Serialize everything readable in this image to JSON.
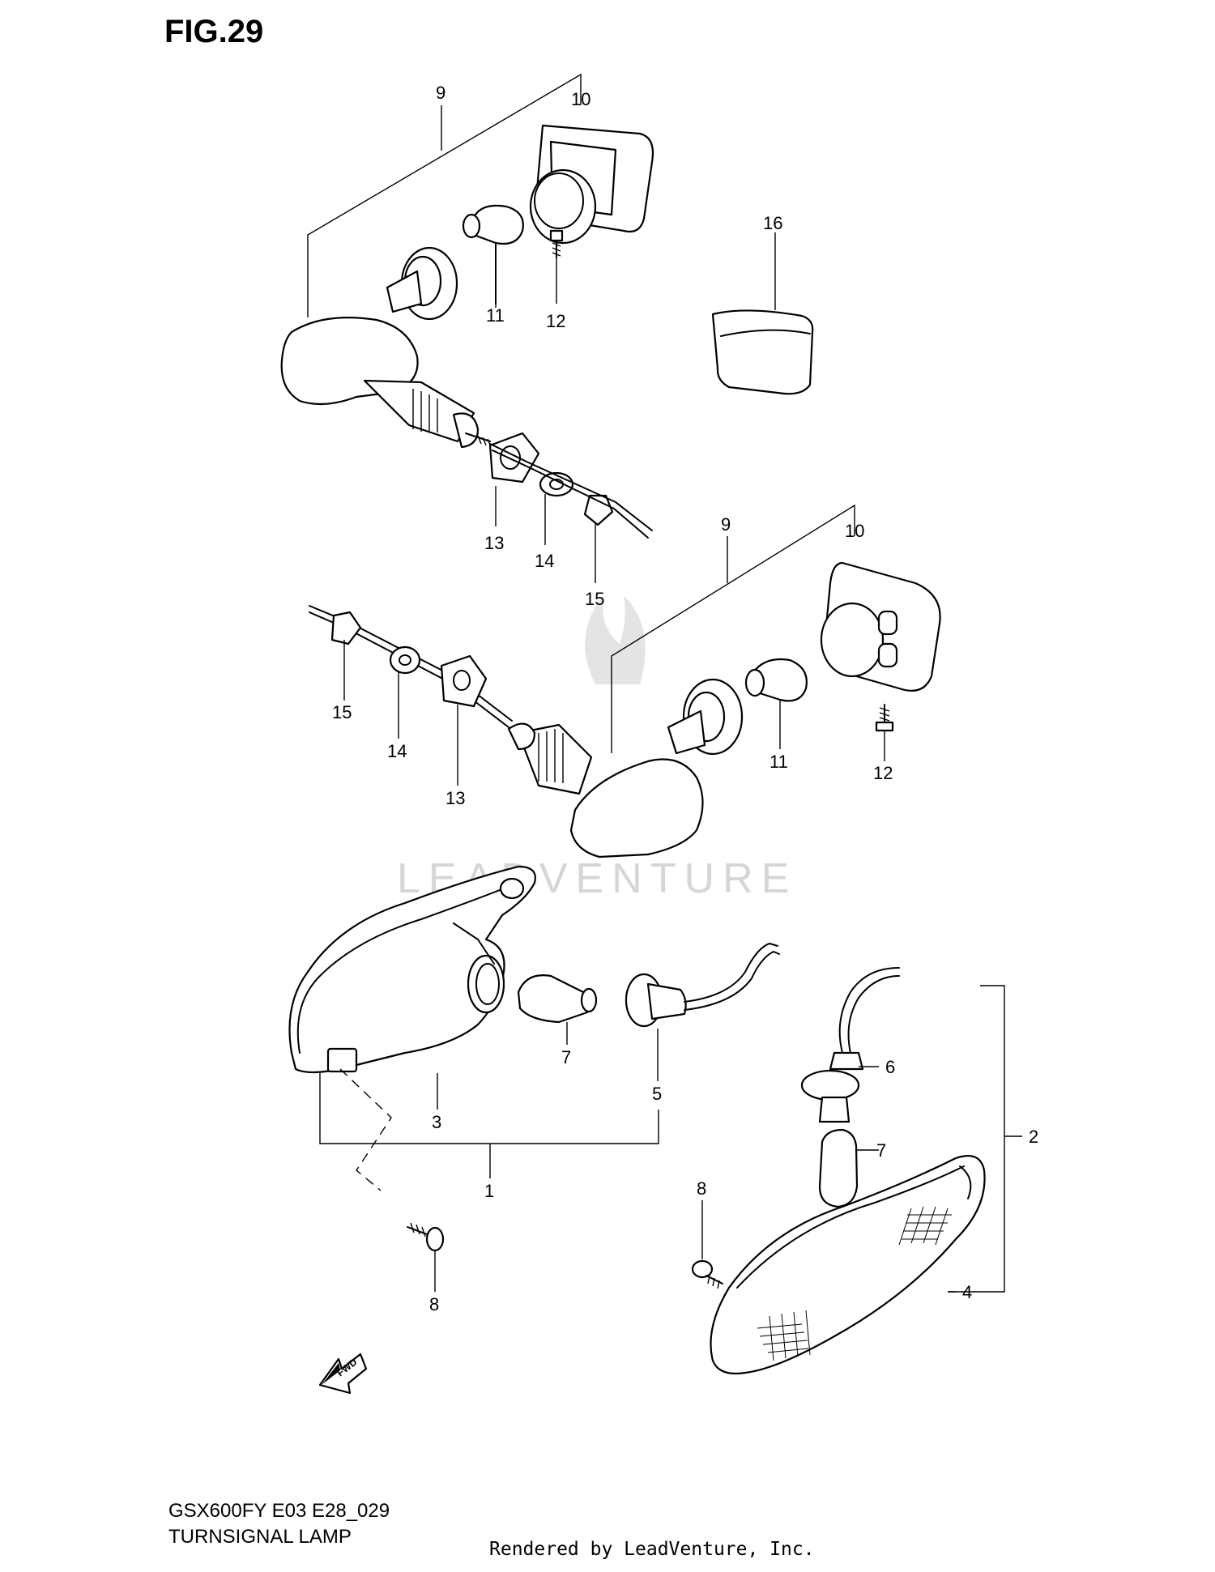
{
  "figure": {
    "title": "FIG.29"
  },
  "watermark": {
    "text": "LEADVENTURE"
  },
  "callouts": {
    "c9_top": "9",
    "c10_top": "10",
    "c11_top": "11",
    "c12_top": "12",
    "c16": "16",
    "c13_top": "13",
    "c14_top": "14",
    "c15_top": "15",
    "c9_mid": "9",
    "c10_mid": "10",
    "c15_mid": "15",
    "c14_mid": "14",
    "c13_mid": "13",
    "c11_mid": "11",
    "c12_mid": "12",
    "c7_left": "7",
    "c3": "3",
    "c5": "5",
    "c1": "1",
    "c8_left": "8",
    "c6": "6",
    "c2": "2",
    "c7_right": "7",
    "c8_right": "8",
    "c4": "4"
  },
  "fwd_label": "FWD",
  "caption": {
    "model": "GSX600FY E03 E28_029",
    "name": "TURNSIGNAL LAMP"
  },
  "credit": "Rendered by LeadVenture, Inc."
}
